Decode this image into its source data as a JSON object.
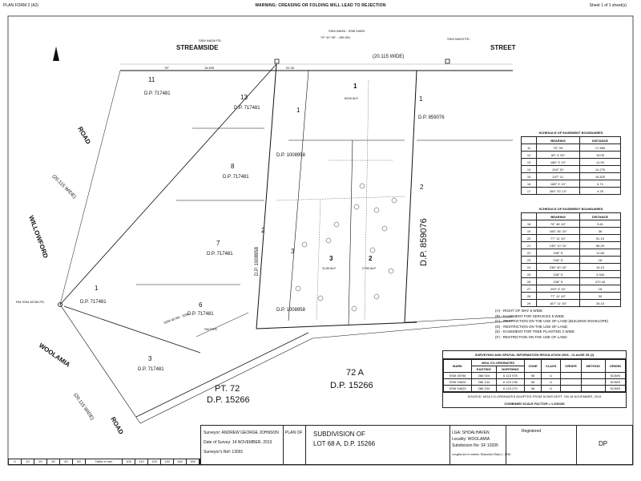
{
  "header": {
    "form": "PLAN FORM 2 (A2)",
    "warning": "WARNING: CREASING OR FOLDING WILL LEAD TO REJECTION",
    "sheet": "Sheet 1 of 1 sheet(s)"
  },
  "roads": {
    "streamside": "STREAMSIDE",
    "street": "STREET",
    "road_top": "ROAD",
    "willowford": "WILLOWFORD",
    "woolamia": "WOOLAMIA",
    "road_bottom": "ROAD",
    "width_streamside": "(20.115 WIDE)",
    "width_willowford": "(20.115 WIDE)",
    "width_woolamia": "(20.115 WIDE)"
  },
  "lots": {
    "l11": "11",
    "dp717481_a": "D.P. 717481",
    "l13": "13",
    "dp717481_b": "D.P. 717481",
    "l1_top": "1",
    "dp1008958_a": "D.P. 1008958",
    "l8": "8",
    "dp717481_c": "D.P. 717481",
    "l7": "7",
    "dp717481_d": "D.P. 717481",
    "l1_left": "1",
    "dp717481_e": "D.P. 717481",
    "l6": "6",
    "dp717481_f": "D.P. 717481",
    "l3": "3",
    "dp717481_g": "D.P. 717481",
    "l2_mid": "2",
    "dp1008958_b": "D.P. 1008958",
    "l3_mid": "3",
    "dp1008958_c": "D.P. 1008958",
    "l1_new": "1",
    "area1": "6029.5m²",
    "l3_new": "3",
    "area3": "3135.5m²",
    "l2_new": "2",
    "area2": "2790.5m²",
    "l1_right": "1",
    "dp859076_a": "D.P. 859076",
    "l2_right": "2",
    "dp859076_b": "D.P. 859076",
    "pt72": "PT. 72",
    "dp15266_a": "D.P. 15266",
    "l72a": "72 A",
    "dp15266_b": "D.P. 15266"
  },
  "marks": {
    "ssm_left": "SSM 94626 PD.",
    "ssm_center": "SSM 94626 - SSM 94629",
    "ssm_right": "SSM 94629 PD.",
    "rm": "RM SSM 45766 PD.",
    "bearing_top": "79° 42' 56\" - 185.051",
    "dim_street": "51.26",
    "dim_left": "18.905",
    "deg78": "78°",
    "pipe": "SM PIPE",
    "ssm_bottom": "SSM 45766 - SSM"
  },
  "easement_table": {
    "title": "SCHEDULE OF EASEMENT BOUNDARIES",
    "headers": [
      "",
      "BEARING",
      "DISTANCE"
    ],
    "rows": [
      [
        "11",
        "76° 35'",
        "17.865"
      ],
      [
        "12",
        "84° 4' 50\"",
        "15.05"
      ],
      [
        "13",
        "188° 3' 10\"",
        "11.99"
      ],
      [
        "14",
        "204° 51'",
        "14.275"
      ],
      [
        "15",
        "247° 11'",
        "16.825"
      ],
      [
        "16",
        "188° 3' 10\"",
        "6.74"
      ],
      [
        "17",
        "260° 33' 10\"",
        "4.29"
      ]
    ]
  },
  "easement_table2": {
    "title": "SCHEDULE OF EASEMENT BOUNDARIES",
    "headers": [
      "",
      "BEARING",
      "DISTANCE"
    ],
    "rows": [
      [
        "18",
        "76° 46' 40\"",
        "3.61"
      ],
      [
        "19",
        "165° 36' 20\"",
        "36"
      ],
      [
        "20",
        "77° 11' 40\"",
        "51.15"
      ],
      [
        "21",
        "135° 10' 20\"",
        "86.25"
      ],
      [
        "22",
        "238° 5'",
        "12.68"
      ],
      [
        "23",
        "208° 5'",
        "18"
      ],
      [
        "24",
        "238° 40' 40\"",
        "16.15"
      ],
      [
        "25",
        "238° 5'",
        "3.345"
      ],
      [
        "26",
        "238° 5'",
        "372.45"
      ],
      [
        "27",
        "209° 5' 40\"",
        "18"
      ],
      [
        "28",
        "77° 11' 40\"",
        "30"
      ],
      [
        "29",
        "167° 11' 40\"",
        "35.15"
      ]
    ]
  },
  "legend": {
    "items": [
      "(A) - RIGHT OF WAY 5 WIDE",
      "(B) - EASEMENT FOR SERVICES 5 WIDE",
      "(C) - RESTRICTION ON THE USE OF LAND (BUILDING ENVELOPE)",
      "(D) - RESTRICTION ON THE USE OF LAND",
      "(E) - EASEMENT FOR TREE PLANTING 2 WIDE",
      "(F) - RESTRICTION ON THE USE OF LAND"
    ]
  },
  "survey": {
    "title": "SURVEYING AND SPATIAL INFORMATION REGULATION 2006 - CLAUSE 35 (2)",
    "group": "MGA CO-ORDINATES",
    "headers": [
      "MARK",
      "EASTING",
      "NORTHING",
      "ZONE",
      "CLASS",
      "ORDER",
      "METHOD",
      "ORIGIN"
    ],
    "rows": [
      [
        "SSM 45766",
        "288 924",
        "6 122 978",
        "56",
        "U",
        "",
        "",
        "SCIMS"
      ],
      [
        "SSM 94626",
        "286 134",
        "6 123 236",
        "56",
        "U",
        "",
        "",
        "SCIMS"
      ],
      [
        "SSM 94629",
        "286 234",
        "6 123 270",
        "56",
        "U",
        "",
        "",
        "SCIMS"
      ]
    ],
    "source": "SOURCE: MGA CO-ORDINATES ADOPTED FROM SCIMS DEPT. ON 16 NOVEMBER, 2013",
    "csf": "COMBINED SCALE FACTOR = 1.000156"
  },
  "title_block": {
    "surveyor": "Surveyor: ANDREW GEORGE JOHNSON",
    "date": "Date of Survey: 14 NOVEMBER, 2013",
    "ref": "Surveyor's Ref: 13091",
    "plan_of": "PLAN OF",
    "subdivision": "SUBDIVISION OF",
    "lot": "LOT 68 A, D.P. 15266",
    "lga": "LGA: SHOALHAVEN",
    "locality": "Locality: WOOLAMIA",
    "subdivision_no": "Subdivision No: SF 10335",
    "lengths": "Lengths are in metres. Reduction Ratio 1: 1250",
    "registered": "Registered",
    "dp": "DP"
  },
  "scale_bar": [
    "0",
    "10",
    "20",
    "30",
    "40",
    "50",
    "Table of mm",
    "100",
    "110",
    "120",
    "130",
    "140",
    "150"
  ]
}
